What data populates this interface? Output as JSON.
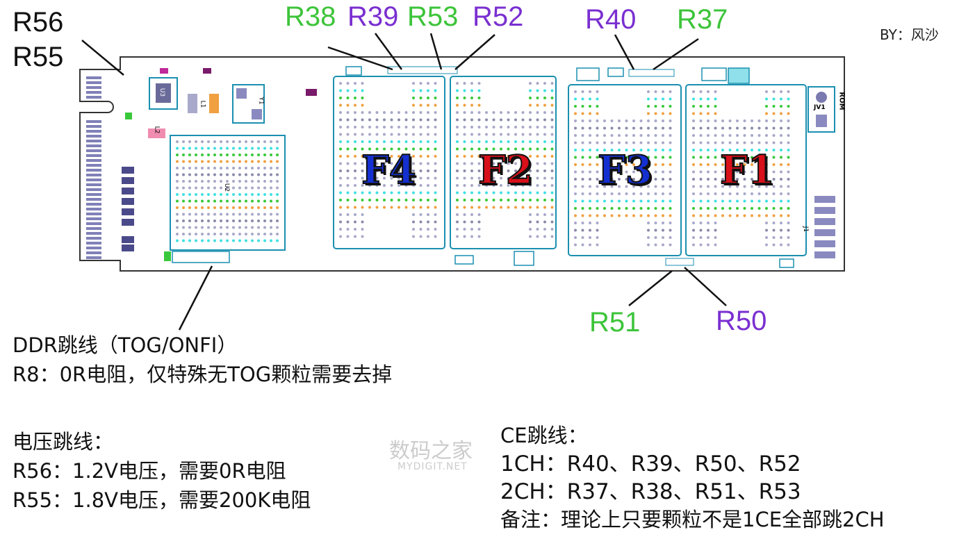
{
  "credit": "BY：风沙",
  "callouts": {
    "r56": "R56",
    "r55": "R55",
    "r38": "R38",
    "r39": "R39",
    "r53": "R53",
    "r52": "R52",
    "r40": "R40",
    "r37": "R37",
    "r51": "R51",
    "r50": "R50"
  },
  "chips": {
    "f4": "F4",
    "f2": "F2",
    "f3": "F3",
    "f1": "F1"
  },
  "board_labels": {
    "rom": "ROM",
    "jv1": "JV1",
    "u2": "U2",
    "u3": "U3",
    "l1": "L1",
    "l2": "L2",
    "y1": "Y1",
    "j1": "J1"
  },
  "notes": {
    "ddr_title": "DDR跳线（TOG/ONFI）",
    "ddr_r8": "R8：0R电阻，仅特殊无TOG颗粒需要去掉",
    "voltage_title": "电压跳线：",
    "voltage_r56": "R56：1.2V电压，需要0R电阻",
    "voltage_r55": "R55：1.8V电压，需要200K电阻",
    "ce_title": "CE跳线：",
    "ce_1ch": "1CH：R40、R39、R50、R52",
    "ce_2ch": "2CH：R37、R38、R51、R53",
    "ce_note": "备注：理论上只要颗粒不是1CE全部跳2CH"
  },
  "watermark": {
    "cn": "数码之家",
    "en": "MYDIGIT.NET"
  },
  "colors": {
    "green": "#3dc43a",
    "purple": "#7a2fd0",
    "blue_chip": "#1530d0",
    "red_chip": "#d8101a",
    "board_outline": "#1a8fb0"
  }
}
